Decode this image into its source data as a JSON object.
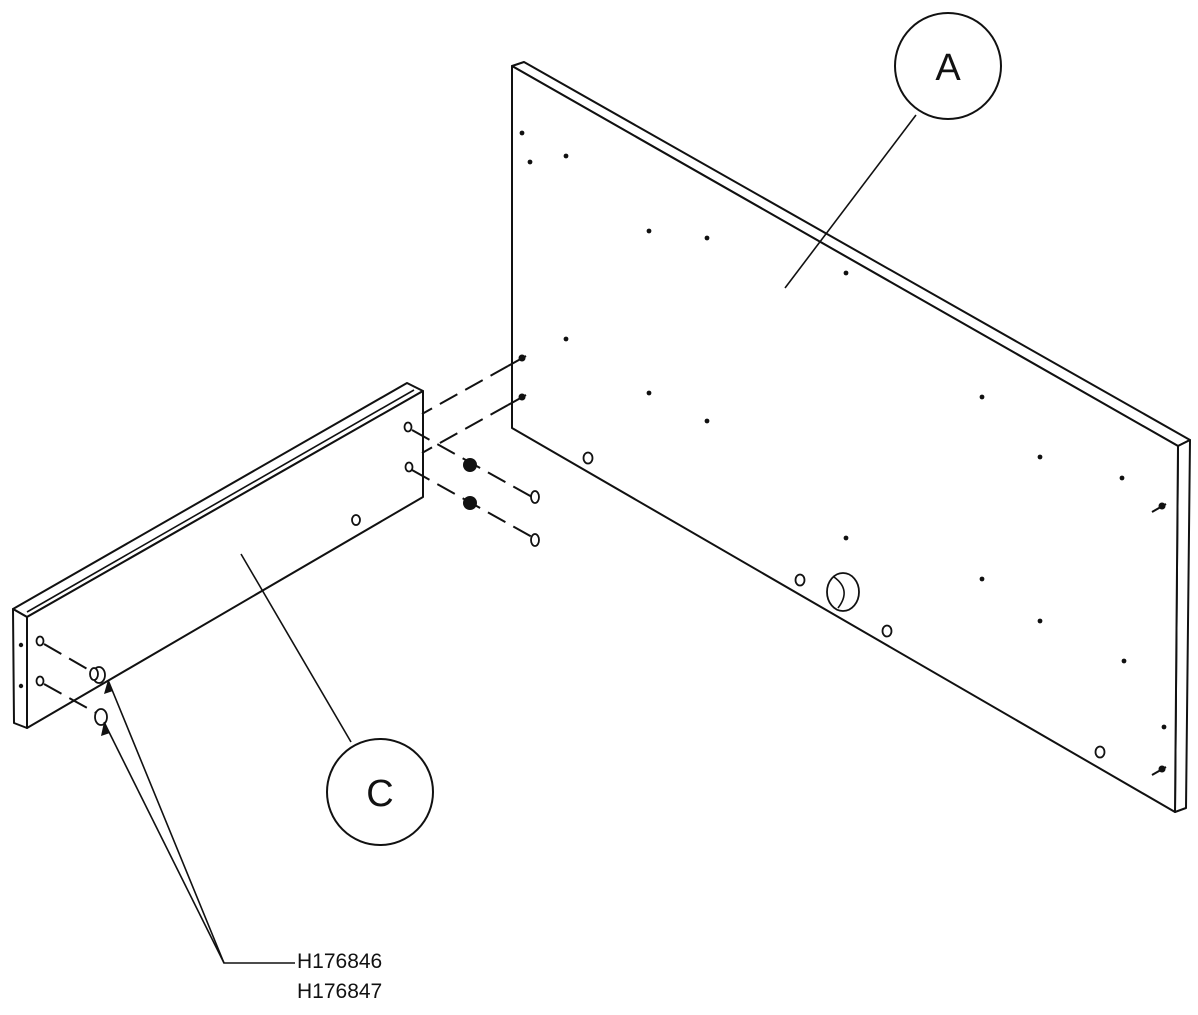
{
  "callouts": {
    "a": "A",
    "c": "C"
  },
  "part_numbers": [
    "H176846",
    "H176847"
  ]
}
